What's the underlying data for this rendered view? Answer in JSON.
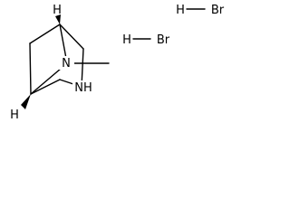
{
  "atoms": {
    "n_methyl": "N",
    "nh": "NH",
    "h_top": "H",
    "h_bottom": "H"
  },
  "salts": [
    {
      "h": "H",
      "br": "Br"
    },
    {
      "h": "H",
      "br": "Br"
    }
  ]
}
